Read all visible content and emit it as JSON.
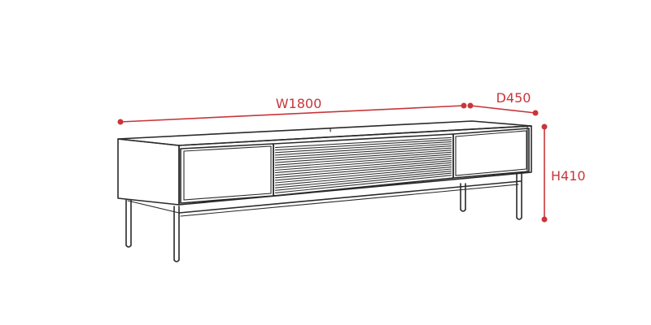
{
  "diagram": {
    "dimensions": {
      "width": "W1800",
      "depth": "D450",
      "height": "H410"
    },
    "colors": {
      "dimension": "#c8363a",
      "outline": "#2a2a2a"
    }
  }
}
